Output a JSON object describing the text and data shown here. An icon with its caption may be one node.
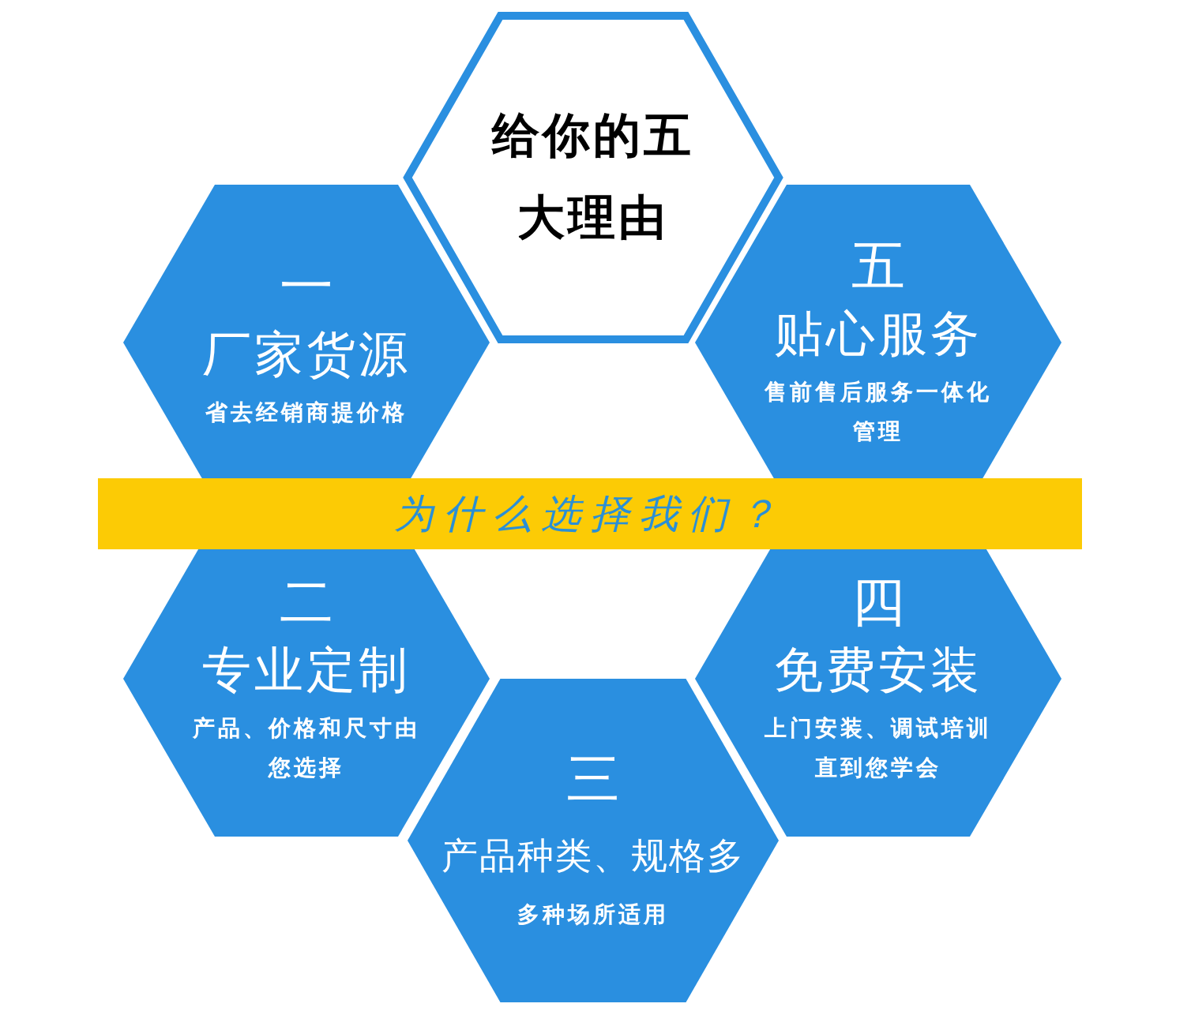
{
  "diagram": {
    "nodes": [
      {
        "text": [
          "给你的五大理由"
        ]
      },
      {
        "text": [
          "一",
          "厂家货源",
          "省去经销商提价格"
        ]
      },
      {
        "text": [
          "五",
          "贴心服务",
          "售前售后服务一体化管理"
        ]
      },
      {
        "text": [
          "为什么选择我们？"
        ]
      },
      {
        "text": [
          "二",
          "专业定制",
          "产品、价格和尺寸由您选择"
        ]
      },
      {
        "text": [
          "四",
          "免费安装",
          "上门安装、调试培训直到您学会"
        ]
      },
      {
        "text": [
          "三",
          "产品种类、规格多",
          "多种场所适用"
        ]
      }
    ]
  }
}
